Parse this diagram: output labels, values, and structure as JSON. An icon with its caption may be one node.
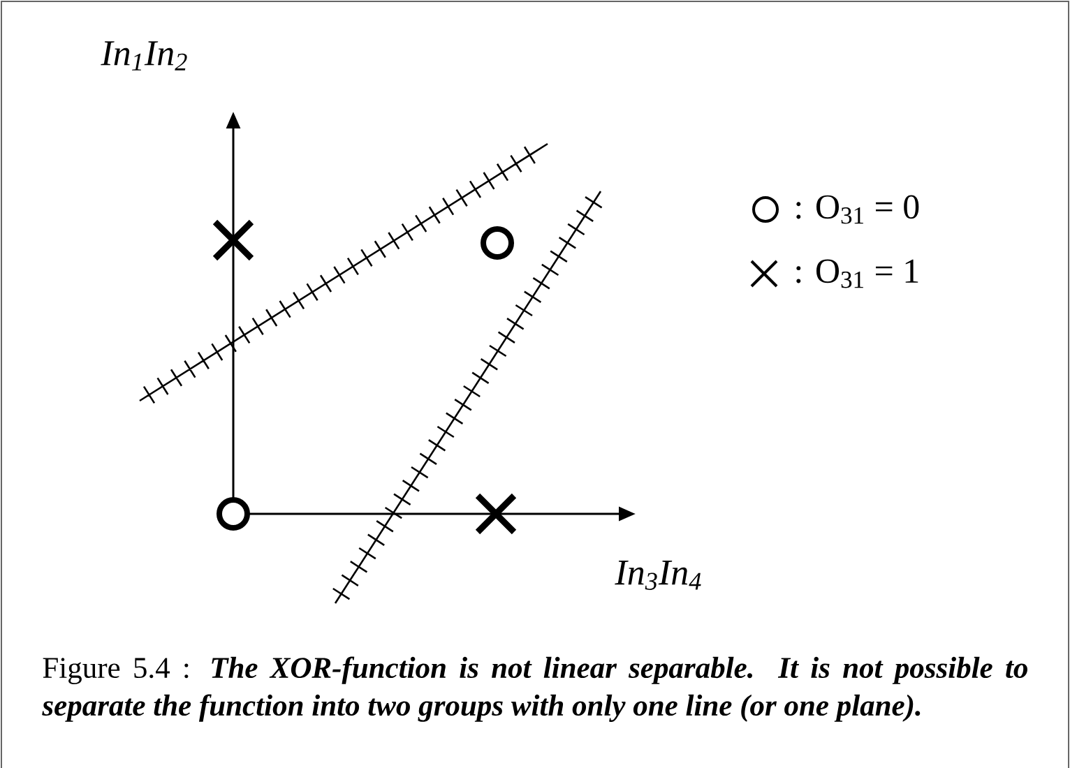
{
  "diagram": {
    "caption": "Figure 5.4 : **The XOR-function is not linear separable. It is not possible to separate the function into two groups with only one line (or one plane).**",
    "labels": [
      "In$_{1}$In$_{2}$",
      "In$_{3}$In$_{4}$"
    ],
    "legend": [
      {
        "text": ": O$_{31}$ = 0"
      },
      {
        "text": ": O$_{31}$ = 1"
      }
    ]
  }
}
